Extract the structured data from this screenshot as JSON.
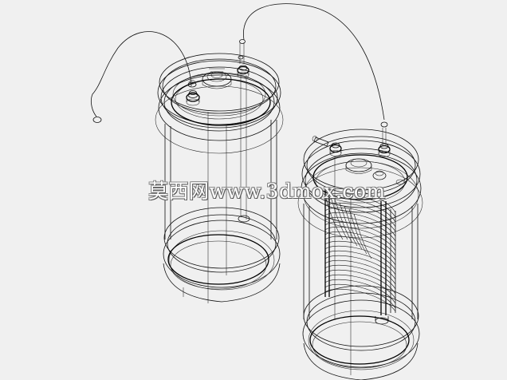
{
  "watermark": {
    "text": "莫西网www.3dmox.com"
  },
  "colors": {
    "background": "#f0f0f0",
    "line": "#111111",
    "watermark": "#ffffff"
  },
  "parts": [
    {
      "id": "cylinder-left",
      "kind": "open-tank"
    },
    {
      "id": "cylinder-right",
      "kind": "tank-with-heating-coil"
    }
  ]
}
